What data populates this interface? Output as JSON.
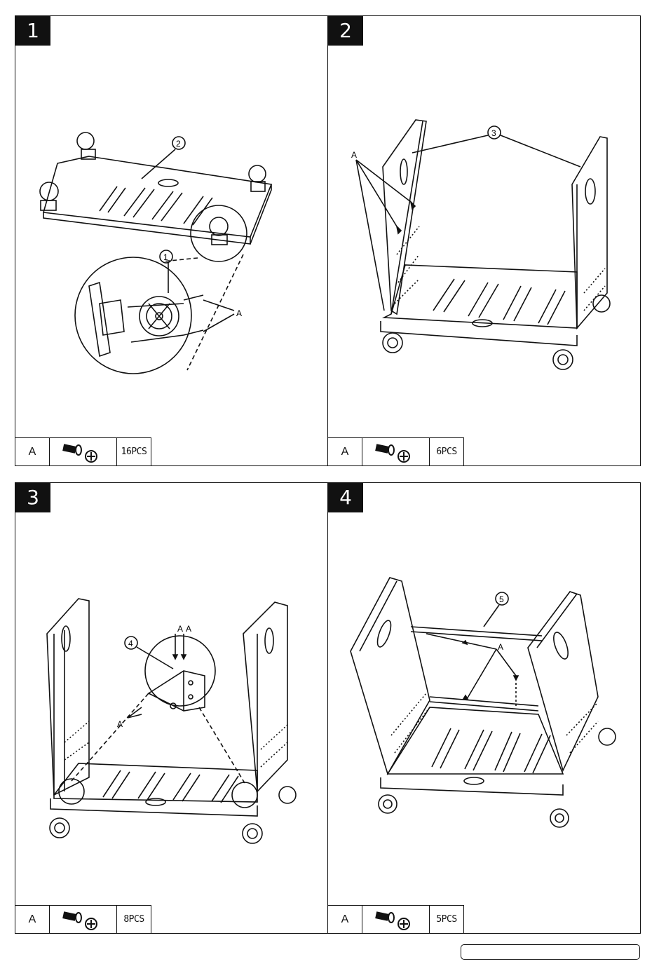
{
  "steps": [
    {
      "number": "1",
      "part_letter": "A",
      "quantity": "16PCS",
      "callouts": [
        "2",
        "1",
        "A"
      ]
    },
    {
      "number": "2",
      "part_letter": "A",
      "quantity": "6PCS",
      "callouts": [
        "3",
        "A"
      ]
    },
    {
      "number": "3",
      "part_letter": "A",
      "quantity": "8PCS",
      "callouts": [
        "4",
        "A",
        "A",
        "A"
      ]
    },
    {
      "number": "4",
      "part_letter": "A",
      "quantity": "5PCS",
      "callouts": [
        "5",
        "A"
      ]
    }
  ],
  "icons": {
    "part_icon": "bolt-and-phillips-screw-icon"
  }
}
